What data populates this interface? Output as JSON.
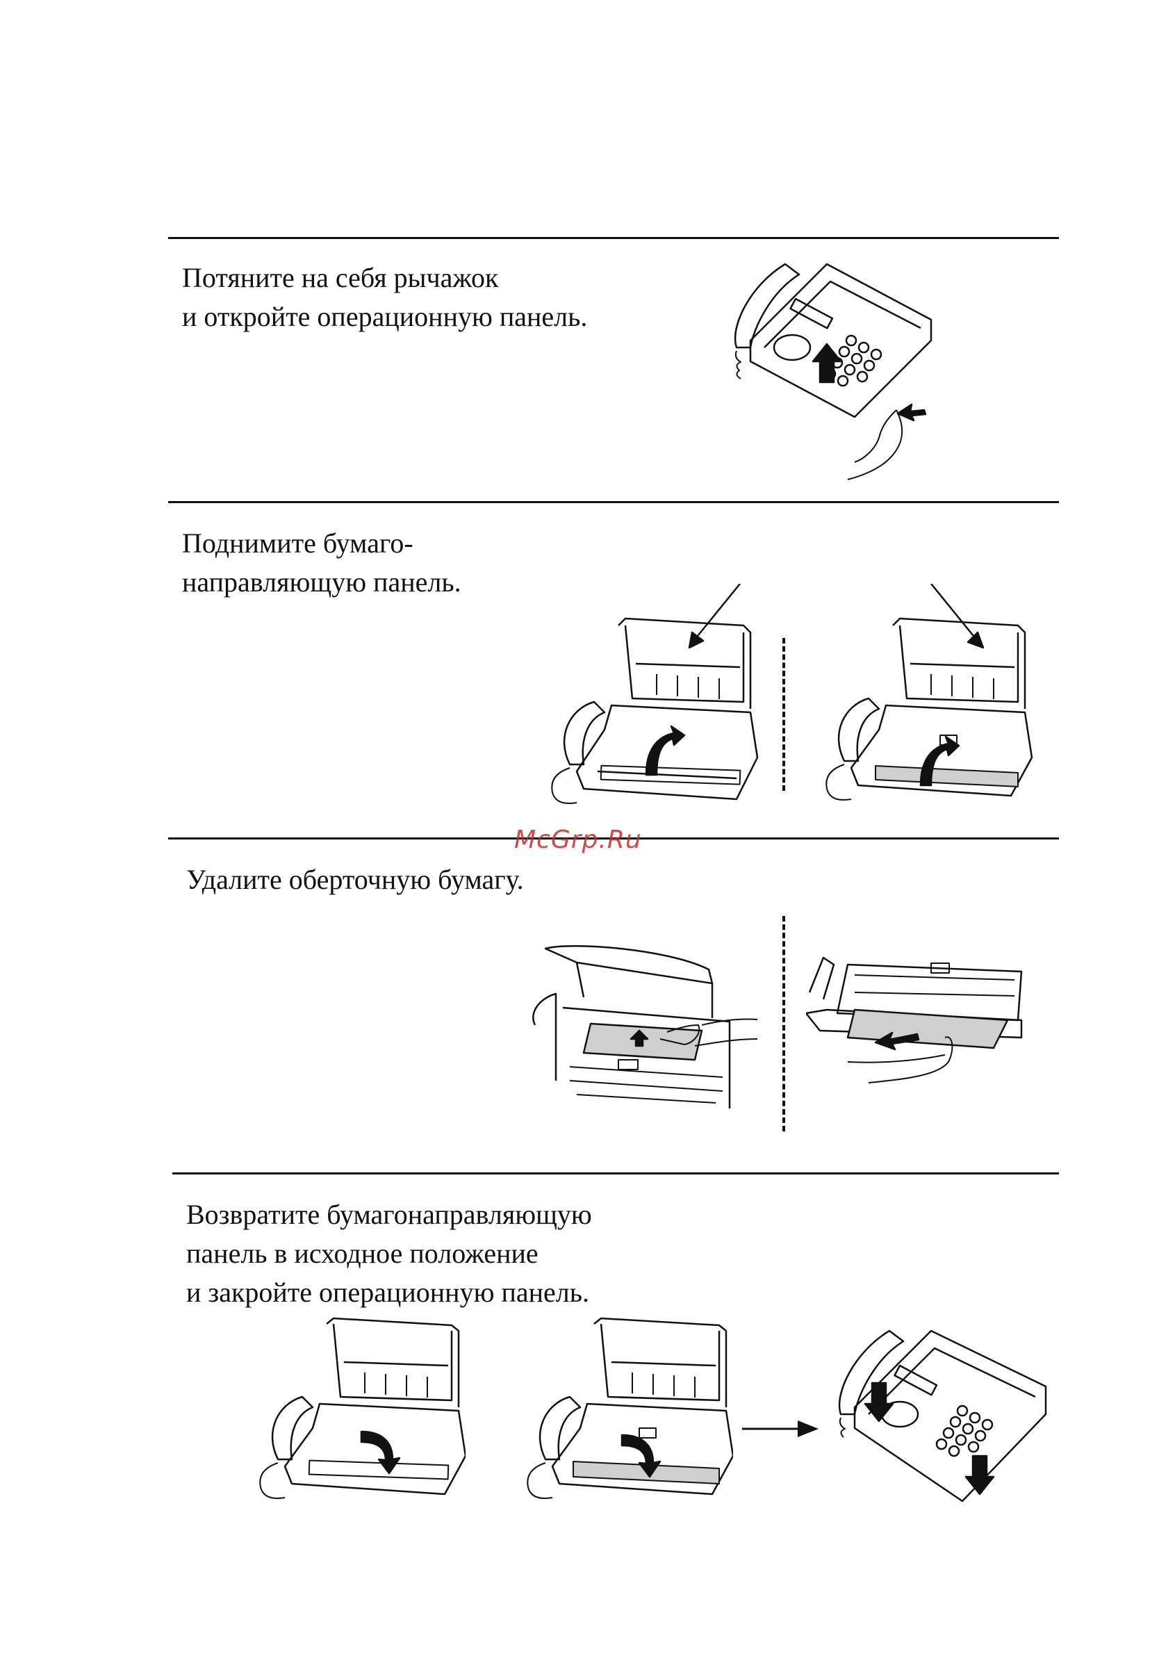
{
  "watermark": "McGrp.Ru",
  "colors": {
    "ink": "#111111",
    "watermark": "#cc2a2a",
    "paper_fill": "#cfcfcf"
  },
  "steps": [
    {
      "text": "Потяните на себя рычажок\nи откройте операционную панель."
    },
    {
      "text": "Поднимите бумаго-\nнаправляющую панель."
    },
    {
      "text": "Удалите оберточную бумагу."
    },
    {
      "text": "Возвратите бумагонаправляющую\nпанель в исходное положение\nи закройте операционную панель."
    }
  ]
}
